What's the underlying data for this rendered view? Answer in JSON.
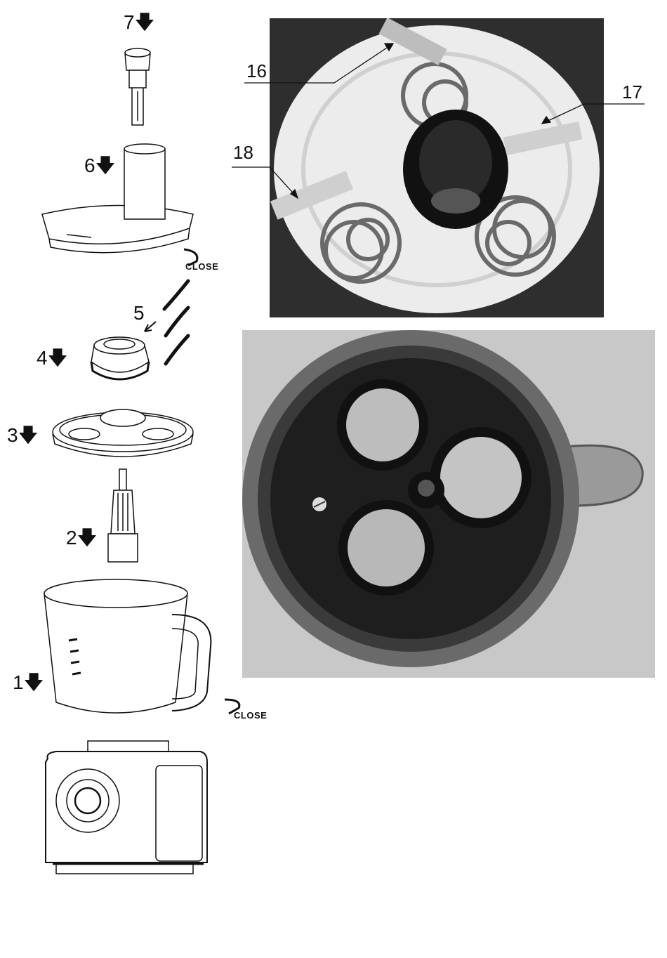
{
  "steps": [
    {
      "number": "7",
      "arrow": "down-arrow-icon"
    },
    {
      "number": "6",
      "arrow": "down-arrow-icon"
    },
    {
      "number": "5",
      "arrow": "diagonal-arrow-icon"
    },
    {
      "number": "4",
      "arrow": "down-arrow-icon"
    },
    {
      "number": "3",
      "arrow": "down-arrow-icon"
    },
    {
      "number": "2",
      "arrow": "down-arrow-icon"
    },
    {
      "number": "1",
      "arrow": "down-arrow-icon"
    }
  ],
  "close_labels": [
    "CLOSE",
    "CLOSE"
  ],
  "callouts": [
    "16",
    "17",
    "18"
  ],
  "colors": {
    "line": "#111111",
    "photo_bg": "#3a3a3a",
    "plate": "#f0f0f0",
    "counter": "#c8c8c8"
  }
}
